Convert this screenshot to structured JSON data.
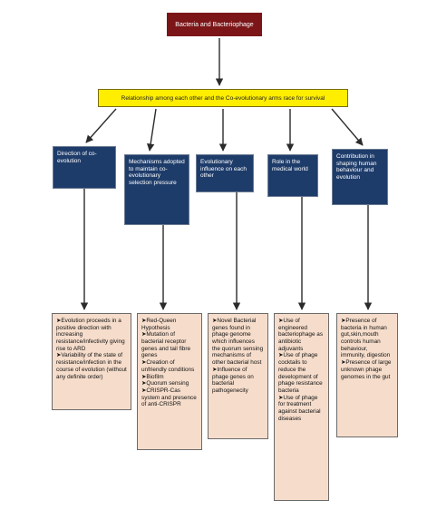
{
  "title": "Bacteria and Bacteriophage",
  "relationship": "Relationship among each other and the Co-evolutionary arms race for survival",
  "categories": [
    "Direction of co-evolution",
    "Mechanisms adopted to maintain co-evolutionary selection pressure",
    "Evolutionary influence on each other",
    "Role in the medical world",
    "Contribution in shaping human behaviour and evolution"
  ],
  "details": [
    [
      "Evolution proceeds in a positive direction with increasing resistance/infectivity giving rise to ARD",
      "Variability of the state of resistance/infection in the course of evolution (without any definite order)"
    ],
    [
      "Red-Queen Hypothesis",
      "Mutation of bacterial receptor genes and tail fibre genes",
      "Creation of unfriendly conditions",
      "Biofilm",
      "Quorum sensing",
      "CRISPR-Cas system and presence of anti-CRISPR"
    ],
    [
      "Novel Bacterial genes found in phage genome which influences the quorum sensing mechanisms of other bacterial host",
      "Influence of phage genes on bacterial pathogenecity"
    ],
    [
      "Use of engineered bacteriophage as antibiotic adjuvants",
      "Use of phage cocktails to reduce the development of phage resistance bacteria",
      "Use of phage for treatment against bacterial diseases"
    ],
    [
      "Presence of bacteria in human gut,skin,mouth controls human behaviour, immunity, digestion",
      "Presence of large unknown phage genomes in the gut"
    ]
  ],
  "colors": {
    "title_box": "#7b1518",
    "relationship_box": "#ffee00",
    "category_box": "#1e3c6a",
    "detail_box": "#f6ddcb",
    "arrow": "#2b2b2b"
  }
}
